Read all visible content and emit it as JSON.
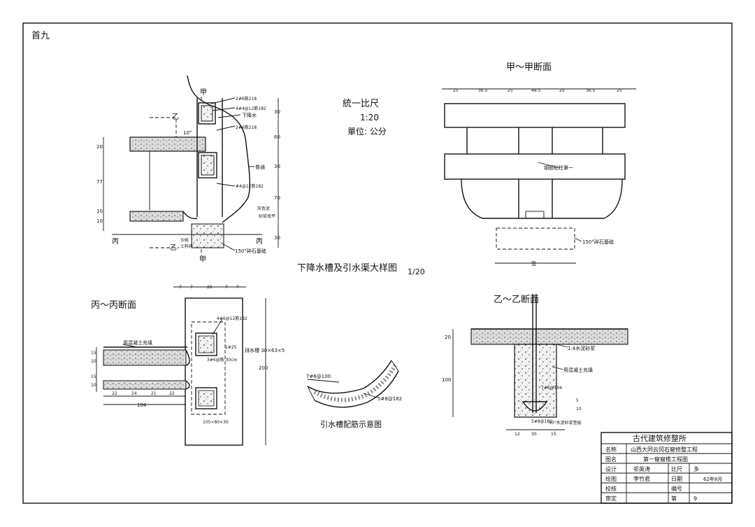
{
  "sheet": {
    "page_number": "首九",
    "scale_note": {
      "line1": "統一比尺",
      "line2": "1:20",
      "line3": "單位: 公分"
    }
  },
  "main_detail": {
    "title": "下降水槽及引水渠大样图",
    "scale": "1/20",
    "labels": {
      "jia_top": "甲",
      "jia_bottom": "甲",
      "yi_top": "乙",
      "yi_bottom": "乙",
      "bing_left": "丙",
      "bing_right": "丙",
      "rebar_top": "2#6筋218",
      "rebar_mid": "4#4@12筋182",
      "drain_pipe": "下降水",
      "rebar_side": "2#6筋218",
      "mortar": "普通",
      "rebar_low": "#4@12筋182",
      "seal": "灰色泥",
      "seal2": "砂浆找平",
      "gravel": "150°碎石基础",
      "lime_left": "沙砾",
      "lime_left2": "土料碎"
    },
    "dims_left": [
      "20",
      "77",
      "10",
      "10"
    ],
    "dims_right": [
      "30",
      "60",
      "30",
      "70",
      "30"
    ],
    "angle": "10°"
  },
  "section_jia": {
    "title": "甲〜甲断面",
    "top_dims": [
      "25",
      "36.5",
      "25",
      "48.5",
      "25",
      "36.5",
      "25"
    ],
    "note": "钢筋砼柱第一",
    "gravel": "150°碎石基础",
    "bottom_dim": "宽"
  },
  "section_bing": {
    "title": "丙〜丙断面",
    "top_dims": [
      "7",
      "7",
      "25",
      "7",
      "7"
    ],
    "labels": {
      "concrete": "用混凝土充填",
      "rebar1": "4#6@12筋182",
      "rebar2": "2#25",
      "rebar3": "3#6@筋 30cm",
      "post": "排水槽 30×63×5",
      "base": "105×80×30"
    },
    "side_dims": [
      "15",
      "10",
      "15",
      "10"
    ],
    "bottom_dims": [
      "22",
      "24",
      "21",
      "22"
    ],
    "total": "104",
    "height": "200"
  },
  "section_gutter": {
    "caption": "引水槽配筋示意图",
    "labels": {
      "rebar_a": "7#6@100",
      "rebar_b": "5#8@182"
    }
  },
  "section_yi": {
    "title": "乙〜乙断面",
    "labels": {
      "mortar": "1:4水泥砂浆",
      "fill": "用混凝土充填",
      "rebar": "7#6@104",
      "rebar2": "5#8@182",
      "lime": "30°水泥砂浆垫层"
    },
    "dims_left": [
      "20",
      "100"
    ],
    "dims_bottom": [
      "12",
      "30",
      "15"
    ],
    "dims_right": [
      "5",
      "10"
    ]
  },
  "title_block": {
    "header": "古代建筑修整所",
    "rows": [
      {
        "k": "名称",
        "v": "山西大同云冈石窟修整工程",
        "k2": "",
        "v2": ""
      },
      {
        "k": "图名",
        "v": "第一窟窟檐工程图",
        "k2": "",
        "v2": ""
      },
      {
        "k": "设计",
        "v": "祁英涛",
        "k2": "比尺",
        "v2": "多"
      },
      {
        "k": "绘图",
        "v": "李竹君",
        "k2": "日期",
        "v2": "62年8月"
      },
      {
        "k": "校核",
        "v": "",
        "k2": "编号",
        "v2": ""
      },
      {
        "k": "审定",
        "v": "",
        "k2": "第",
        "v2": "9"
      }
    ]
  }
}
